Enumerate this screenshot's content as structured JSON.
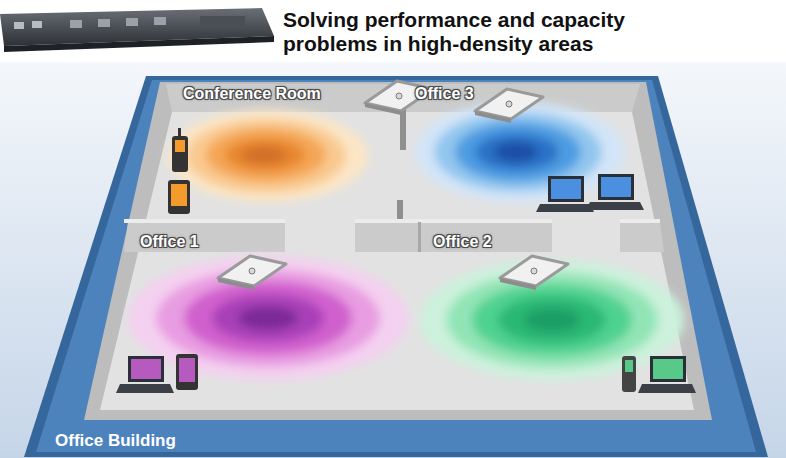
{
  "diagram": {
    "title": "Solving performance and capacity problems in high-density areas",
    "nodes": [
      {
        "text": [
          "Office Building"
        ]
      },
      {
        "text": [
          "Conference Room"
        ],
        "in": 0
      },
      {
        "text": [
          "Office 3"
        ],
        "in": 0
      },
      {
        "text": [
          "Office 1"
        ],
        "in": 0
      },
      {
        "text": [
          "Office 2"
        ],
        "in": 0
      }
    ]
  }
}
